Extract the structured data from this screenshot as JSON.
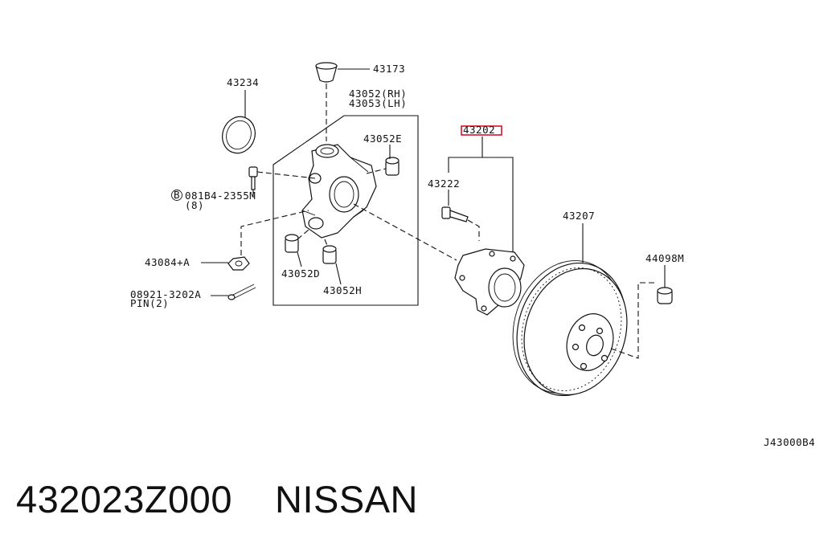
{
  "diagram": {
    "labels": {
      "p43173": "43173",
      "p43234": "43234",
      "p43052rh": "43052(RH)",
      "p43053lh": "43053(LH)",
      "p43052e": "43052E",
      "p43202": "43202",
      "p43222": "43222",
      "p081b4_num": "081B4-2355M",
      "p081b4_qty": "(8)",
      "p43207": "43207",
      "p44098m": "44098M",
      "p43084a": "43084+A",
      "p43052d": "43052D",
      "p43052h": "43052H",
      "p08921": "08921-3202A",
      "p08921_pin": "PIN(2)",
      "bolt_symbol": "B"
    },
    "highlight_color": "#d9001b",
    "footer_code": "J43000B4"
  },
  "caption": {
    "part_number": "432023Z000",
    "brand": "NISSAN"
  }
}
